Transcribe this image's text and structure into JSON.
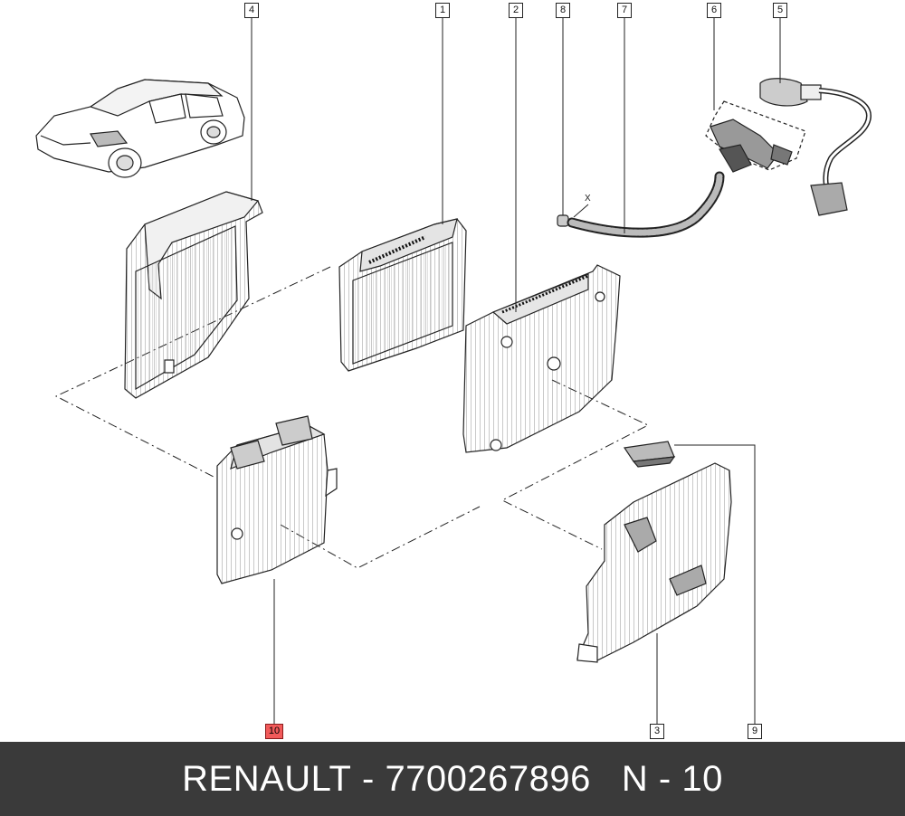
{
  "diagram": {
    "callouts": [
      {
        "id": "c4",
        "label": "4"
      },
      {
        "id": "c1",
        "label": "1"
      },
      {
        "id": "c2",
        "label": "2"
      },
      {
        "id": "c8",
        "label": "8"
      },
      {
        "id": "c7",
        "label": "7"
      },
      {
        "id": "c6",
        "label": "6"
      },
      {
        "id": "c5",
        "label": "5"
      },
      {
        "id": "c10",
        "label": "10",
        "highlighted": true
      },
      {
        "id": "c3",
        "label": "3"
      },
      {
        "id": "c9",
        "label": "9"
      }
    ],
    "hose_mark": "X"
  },
  "footer": {
    "brand": "RENAULT",
    "separator": " - ",
    "part_number": "7700267896",
    "group": "N - 10"
  },
  "colors": {
    "footer_bg": "#3a3a3a",
    "highlight": "#f25a5a",
    "line": "#222222"
  }
}
